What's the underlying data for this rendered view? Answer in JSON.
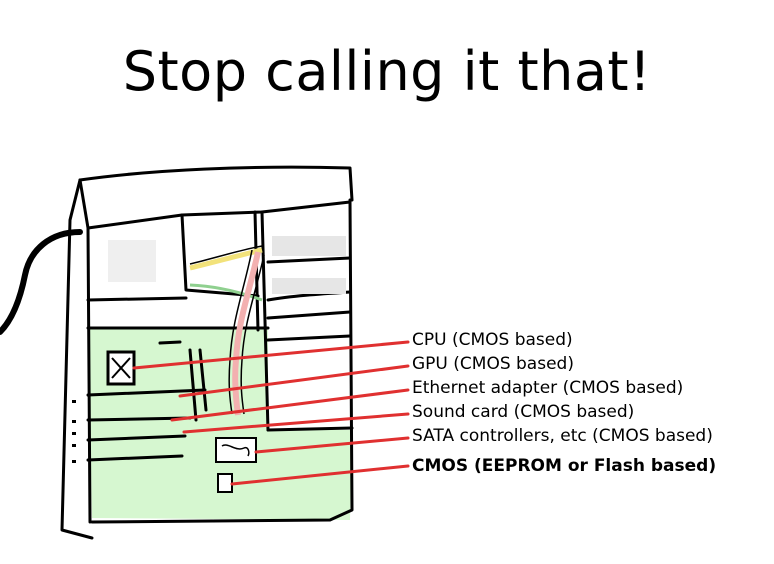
{
  "title": "Stop calling it that!",
  "colors": {
    "leader_line": "#e03030",
    "motherboard": "#d6f7d0",
    "outline": "#000000",
    "cable_yellow": "#f2e27a",
    "cable_pink": "#f3b0b0",
    "cable_green": "#8fd08f",
    "drive_bay_shade": "#e6e6e6"
  },
  "labels": [
    {
      "text": "CPU (CMOS based)",
      "bold": false
    },
    {
      "text": "GPU (CMOS based)",
      "bold": false
    },
    {
      "text": "Ethernet adapter (CMOS based)",
      "bold": false
    },
    {
      "text": "Sound card (CMOS based)",
      "bold": false
    },
    {
      "text": "SATA controllers, etc (CMOS based)",
      "bold": false
    },
    {
      "text": "CMOS (EEPROM or Flash based)",
      "bold": true
    }
  ]
}
